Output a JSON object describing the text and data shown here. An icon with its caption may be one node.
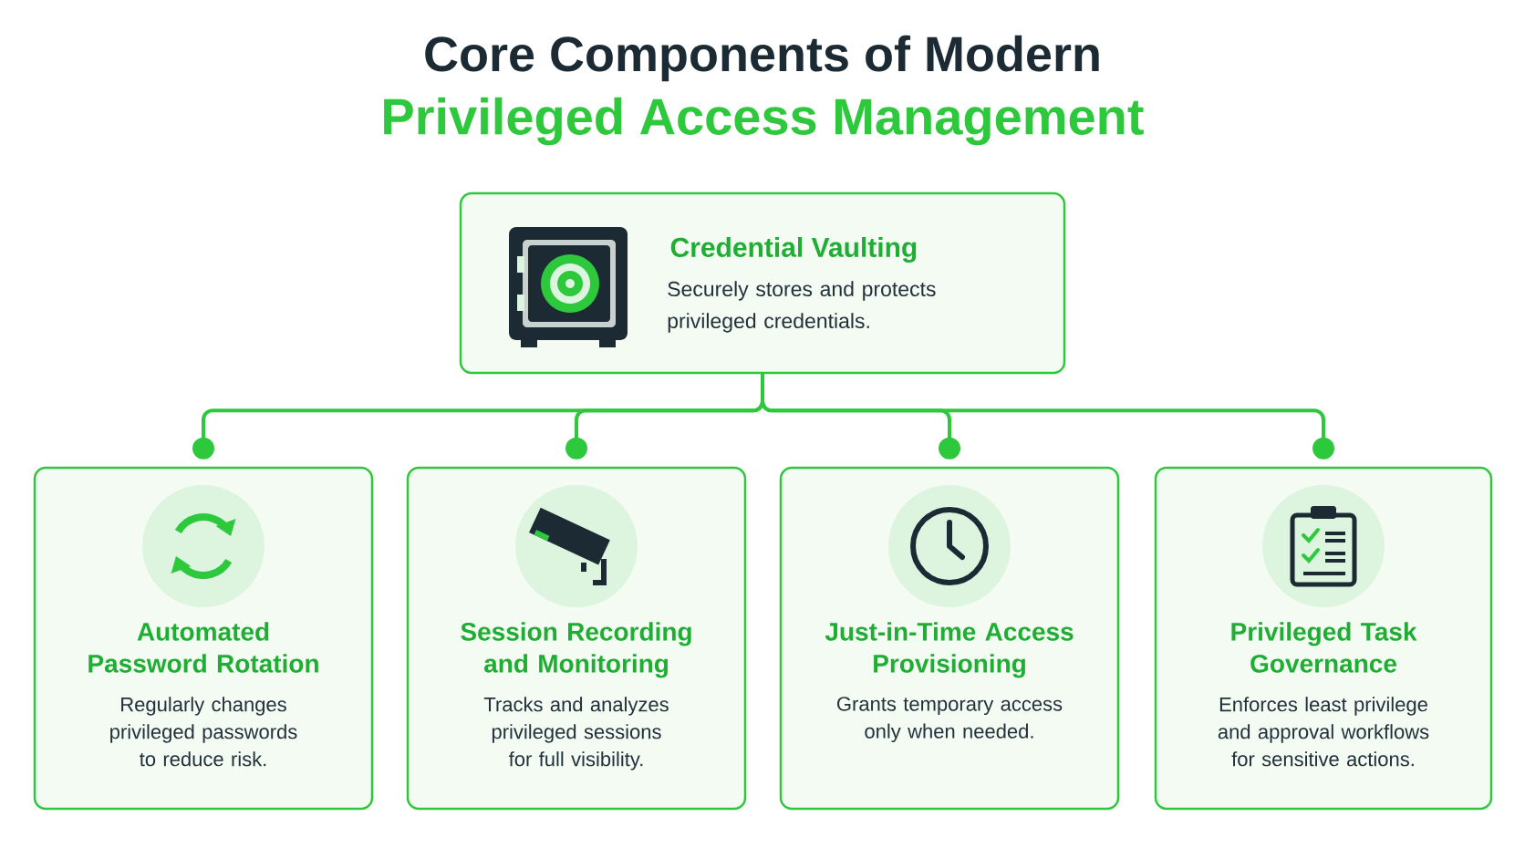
{
  "diagram": {
    "title": "Core Components of Modern",
    "nodes": [
      {
        "text": [
          "Credential Vaulting",
          "Securely stores and protects privileged credentials."
        ]
      },
      {
        "text": [
          "Automated Password Rotation",
          "Regularly changes privileged passwords to reduce risk."
        ]
      },
      {
        "text": [
          "Session Recording and Monitoring",
          "Tracks and analyzes privileged sessions for full visibility."
        ]
      },
      {
        "text": [
          "Just-in-Time Access Provisioning",
          "Grants temporary access only when needed."
        ]
      },
      {
        "text": [
          "Privileged Task Governance",
          "Enforces least privilege and approval workflows for sensitive actions."
        ]
      }
    ],
    "edges": [
      {
        "from": 0,
        "to": 1,
        "arrow": "other"
      },
      {
        "from": 0,
        "to": 2,
        "arrow": "other"
      },
      {
        "from": 0,
        "to": 3,
        "arrow": "other"
      },
      {
        "from": 0,
        "to": 4,
        "arrow": "other"
      }
    ],
    "labels": [
      "Privileged Access Management"
    ]
  }
}
